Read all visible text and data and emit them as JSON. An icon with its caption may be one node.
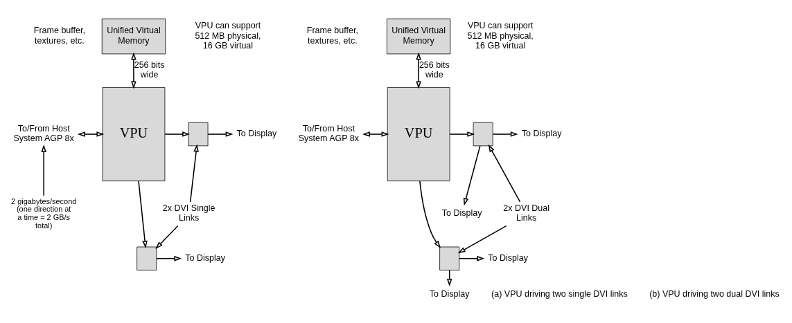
{
  "diagram": {
    "nodes": [
      {
        "text": [
          "Unified Virtual Memory"
        ],
        "beside": [
          "Frame buffer, textures, etc.",
          "VPU can support 512 MB physical, 16 GB virtual"
        ]
      },
      {
        "text": [
          "VPU"
        ]
      },
      {
        "text": [],
        "shape": "box"
      },
      {
        "text": [],
        "shape": "box"
      },
      {
        "text": [
          "To Display"
        ]
      },
      {
        "text": [
          "To Display"
        ]
      },
      {
        "text": [
          "To/From Host System AGP 8x"
        ]
      },
      {
        "text": [
          "2x DVI Single Links"
        ]
      },
      {
        "text": [
          "2 gigabytes/second (one direction at a time = 2 GB/s total)"
        ]
      },
      {
        "text": [
          "Unified Virtual Memory"
        ],
        "beside": [
          "Frame buffer, textures, etc.",
          "VPU can support 512 MB physical, 16 GB virtual"
        ]
      },
      {
        "text": [
          "VPU"
        ]
      },
      {
        "text": [],
        "shape": "box"
      },
      {
        "text": [],
        "shape": "box"
      },
      {
        "text": [
          "To Display"
        ]
      },
      {
        "text": [
          "To Display"
        ]
      },
      {
        "text": [
          "To Display"
        ]
      },
      {
        "text": [
          "To Display"
        ]
      },
      {
        "text": [
          "To/From Host System AGP 8x"
        ]
      },
      {
        "text": [
          "2x DVI Dual Links"
        ]
      }
    ],
    "edges": [
      {
        "from": 0,
        "to": 1,
        "arrow": "both",
        "label": "256 bits wide"
      },
      {
        "from": 1,
        "to": 2,
        "arrow": "to"
      },
      {
        "from": 1,
        "to": 3,
        "arrow": "to"
      },
      {
        "from": 2,
        "to": 4,
        "arrow": "to"
      },
      {
        "from": 3,
        "to": 5,
        "arrow": "to"
      },
      {
        "from": 1,
        "to": 6,
        "arrow": "both"
      },
      {
        "from": 7,
        "to": 2,
        "arrow": "to"
      },
      {
        "from": 7,
        "to": 3,
        "arrow": "to"
      },
      {
        "from": 8,
        "to": 6,
        "arrow": "to"
      },
      {
        "from": 9,
        "to": 10,
        "arrow": "both",
        "label": "256 bits wide"
      },
      {
        "from": 10,
        "to": 11,
        "arrow": "to"
      },
      {
        "from": 10,
        "to": 12,
        "arrow": "to"
      },
      {
        "from": 11,
        "to": 13,
        "arrow": "to"
      },
      {
        "from": 11,
        "to": 14,
        "arrow": "to"
      },
      {
        "from": 12,
        "to": 15,
        "arrow": "to"
      },
      {
        "from": 12,
        "to": 16,
        "arrow": "to"
      },
      {
        "from": 10,
        "to": 17,
        "arrow": "both"
      },
      {
        "from": 18,
        "to": 11,
        "arrow": "to"
      },
      {
        "from": 18,
        "to": 12,
        "arrow": "to"
      }
    ],
    "labels": [
      "(a) VPU driving two single DVI links",
      "(b) VPU driving two dual DVI links"
    ]
  }
}
